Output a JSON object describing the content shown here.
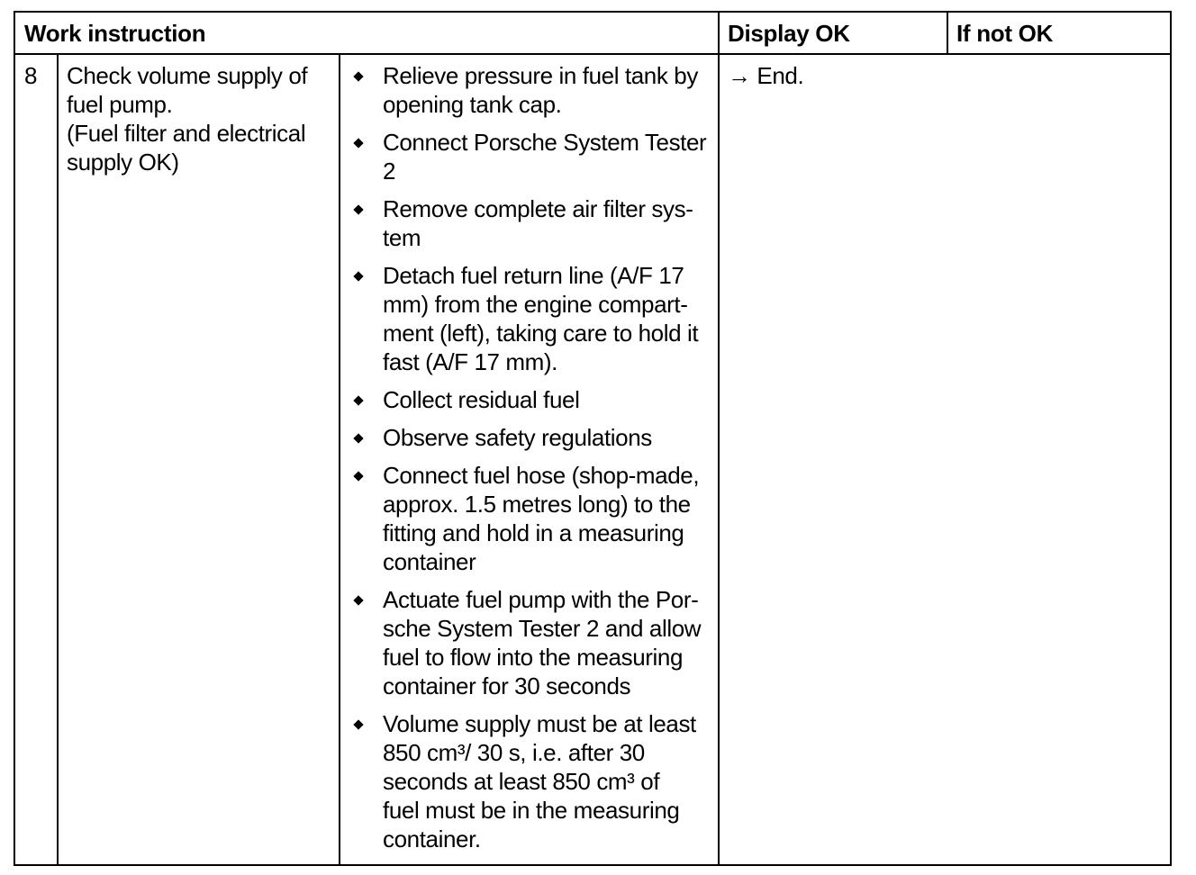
{
  "header": {
    "work_instruction": "Work instruction",
    "display_ok": "Display OK",
    "if_not_ok": "If not OK"
  },
  "row": {
    "step": "8",
    "task": "Check volume supply of\nfuel pump.\n(Fuel filter and electrical\nsupply OK)",
    "display_ok": "→ End.",
    "if_not_ok": "",
    "steps": [
      "Relieve pressure in fuel tank by\nopening tank cap.",
      "Connect Porsche System Tester\n2",
      "Remove complete air filter sys-\ntem",
      "Detach fuel return line (A/F 17\nmm) from the engine compart-\nment (left), taking care to hold it\nfast (A/F 17 mm).",
      "Collect residual fuel",
      "Observe safety regulations",
      "Connect fuel hose (shop-made,\napprox. 1.5 metres long) to the\nfitting and hold in a measuring\ncontainer",
      "Actuate fuel pump with the Por-\nsche System Tester 2 and allow\nfuel to flow into the measuring\ncontainer for 30 seconds",
      "Volume supply must be at least\n850 cm³/ 30 s, i.e. after 30\nseconds at least 850 cm³ of\nfuel must be in the measuring\ncontainer."
    ]
  }
}
